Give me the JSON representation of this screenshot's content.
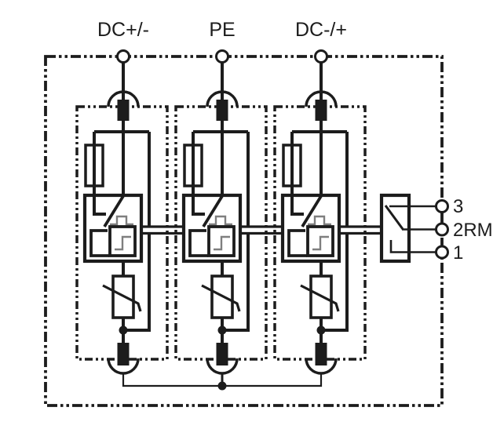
{
  "diagram": {
    "type": "circuit-schematic",
    "description": "Surge protective device: three pluggable protection modules (Y circuit) each with fuse, thermal disconnector and varistor, plus remote signalling changeover contact",
    "colors": {
      "line": "#1c1c1c",
      "glyph_gray": "#7f7f7f",
      "background": "#ffffff"
    },
    "top_terminals": [
      {
        "id": "dc-plus-minus",
        "label": "DC+/-"
      },
      {
        "id": "pe",
        "label": "PE"
      },
      {
        "id": "dc-minus-plus",
        "label": "DC-/+"
      }
    ],
    "remote_contact": {
      "name": "remote-signalling-changeover-contact",
      "terminals": [
        {
          "label": "3"
        },
        {
          "label": "2RM"
        },
        {
          "label": "1"
        }
      ]
    },
    "modules": [
      {
        "name": "protection-module-dc-plus-minus"
      },
      {
        "name": "protection-module-pe"
      },
      {
        "name": "protection-module-dc-minus-plus"
      }
    ],
    "module_components": [
      "plug-in-contact-top",
      "fuse",
      "disconnector-switch",
      "surge-pulse-indicator",
      "status-step-indicator",
      "varistor",
      "plug-in-contact-bottom"
    ]
  }
}
